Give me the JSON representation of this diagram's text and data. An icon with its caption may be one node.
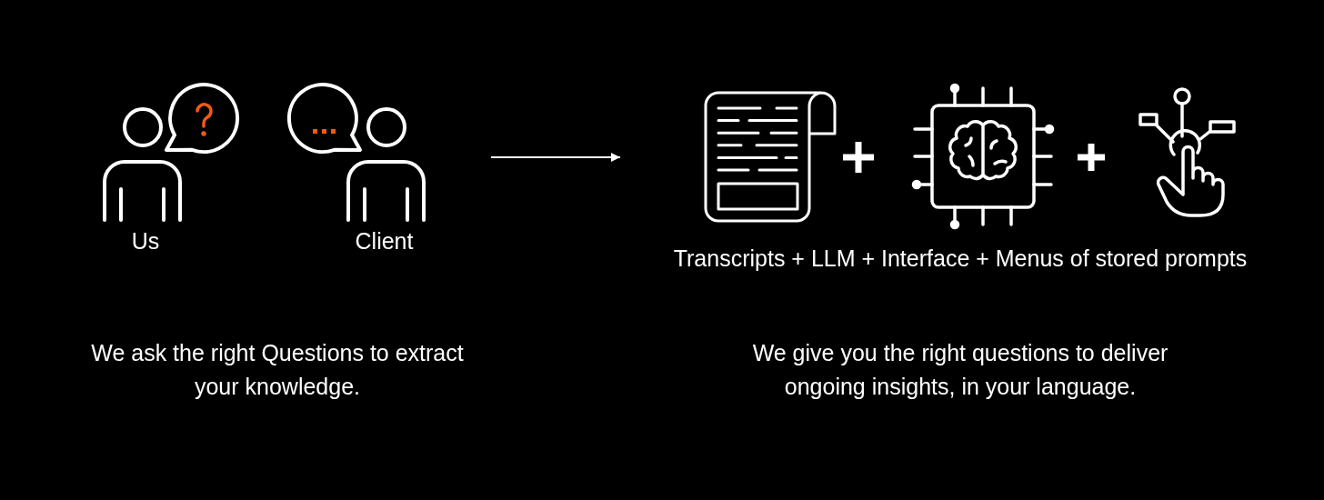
{
  "diagram": {
    "nodes": [
      {
        "text": [
          "We ask the right Questions to extract your knowledge."
        ]
      },
      {
        "text": [
          "Us"
        ],
        "in": 0
      },
      {
        "text": [
          "Client"
        ],
        "in": 0
      },
      {
        "text": [
          "Transcripts + LLM + Interface + Menus of stored prompts",
          "We give you the right questions to deliver ongoing insights, in your language."
        ]
      }
    ],
    "edges": [
      {
        "from": 0,
        "to": 3,
        "arrow": "to"
      }
    ]
  }
}
